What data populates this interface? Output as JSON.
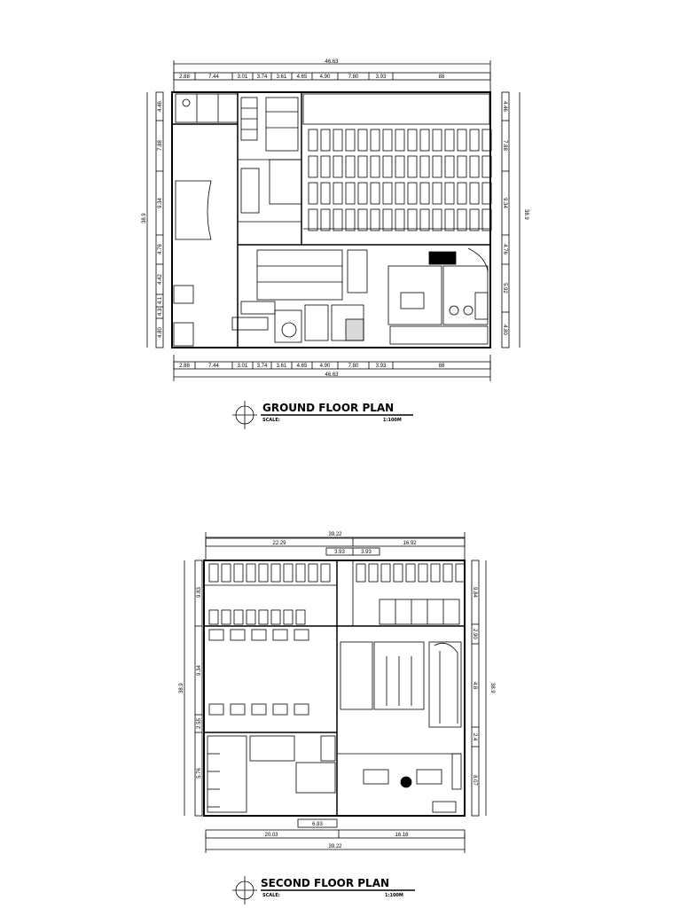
{
  "ground": {
    "title": "GROUND FLOOR PLAN",
    "scale_label": "SCALE:",
    "scale_value": "1:100M",
    "total": "46.63",
    "top_dims": [
      "2.88",
      "7.44",
      "3.01",
      "3.74",
      "3.61",
      "4.65",
      "4.90",
      "7.80",
      "3.93",
      "88"
    ],
    "side_dims": [
      "4.46",
      "7.88",
      "9.34",
      "4.76",
      "4.42",
      "4.1",
      "4.3",
      "4.80"
    ],
    "right_dims": [
      "4.46",
      "7.88",
      "9.34",
      "4.76",
      "5.92",
      "4.80"
    ],
    "depth": "38.9"
  },
  "second": {
    "title": "SECOND FLOOR PLAN",
    "scale_label": "SCALE:",
    "scale_value": "1:100M",
    "total": "39.22",
    "top_dims": [
      "22.29",
      "16.92"
    ],
    "inner_dims": [
      "3.93",
      "3.93"
    ],
    "bottom_dims": [
      "20.03",
      "16.16"
    ],
    "bottom_inner": "6.93",
    "left_dims": [
      "9.83",
      "9.34",
      "2.55",
      "5.76"
    ],
    "right_dims": [
      "9.84",
      "2.90",
      "4.8",
      "2.4",
      "8.07"
    ],
    "depth": "38.9"
  }
}
